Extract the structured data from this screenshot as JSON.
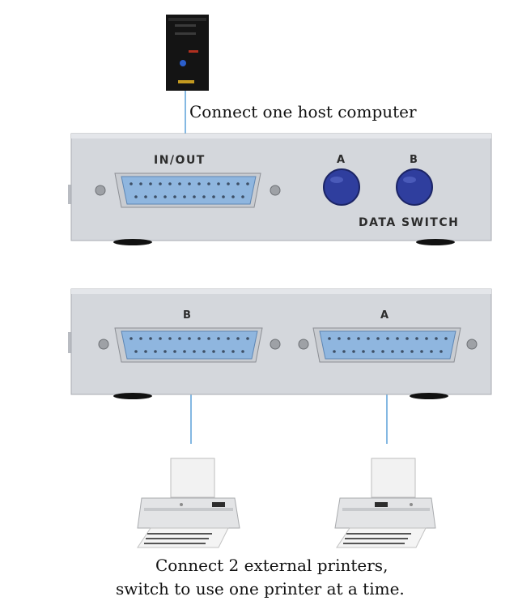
{
  "captions": {
    "host": "Connect one host computer",
    "printers_line1": "Connect 2 external printers,",
    "printers_line2": "switch to use one printer at a time."
  },
  "front_panel": {
    "port_label": "IN/OUT",
    "button_a_label": "A",
    "button_b_label": "B",
    "device_label": "DATA SWITCH"
  },
  "rear_panel": {
    "port_b_label": "B",
    "port_a_label": "A"
  },
  "colors": {
    "panel": "#d4d7dc",
    "port": "#8fb6df",
    "button": "#2f3e9e",
    "cable": "#5aa0d8"
  },
  "icons": [
    "tower-pc-icon",
    "printer-icon"
  ]
}
